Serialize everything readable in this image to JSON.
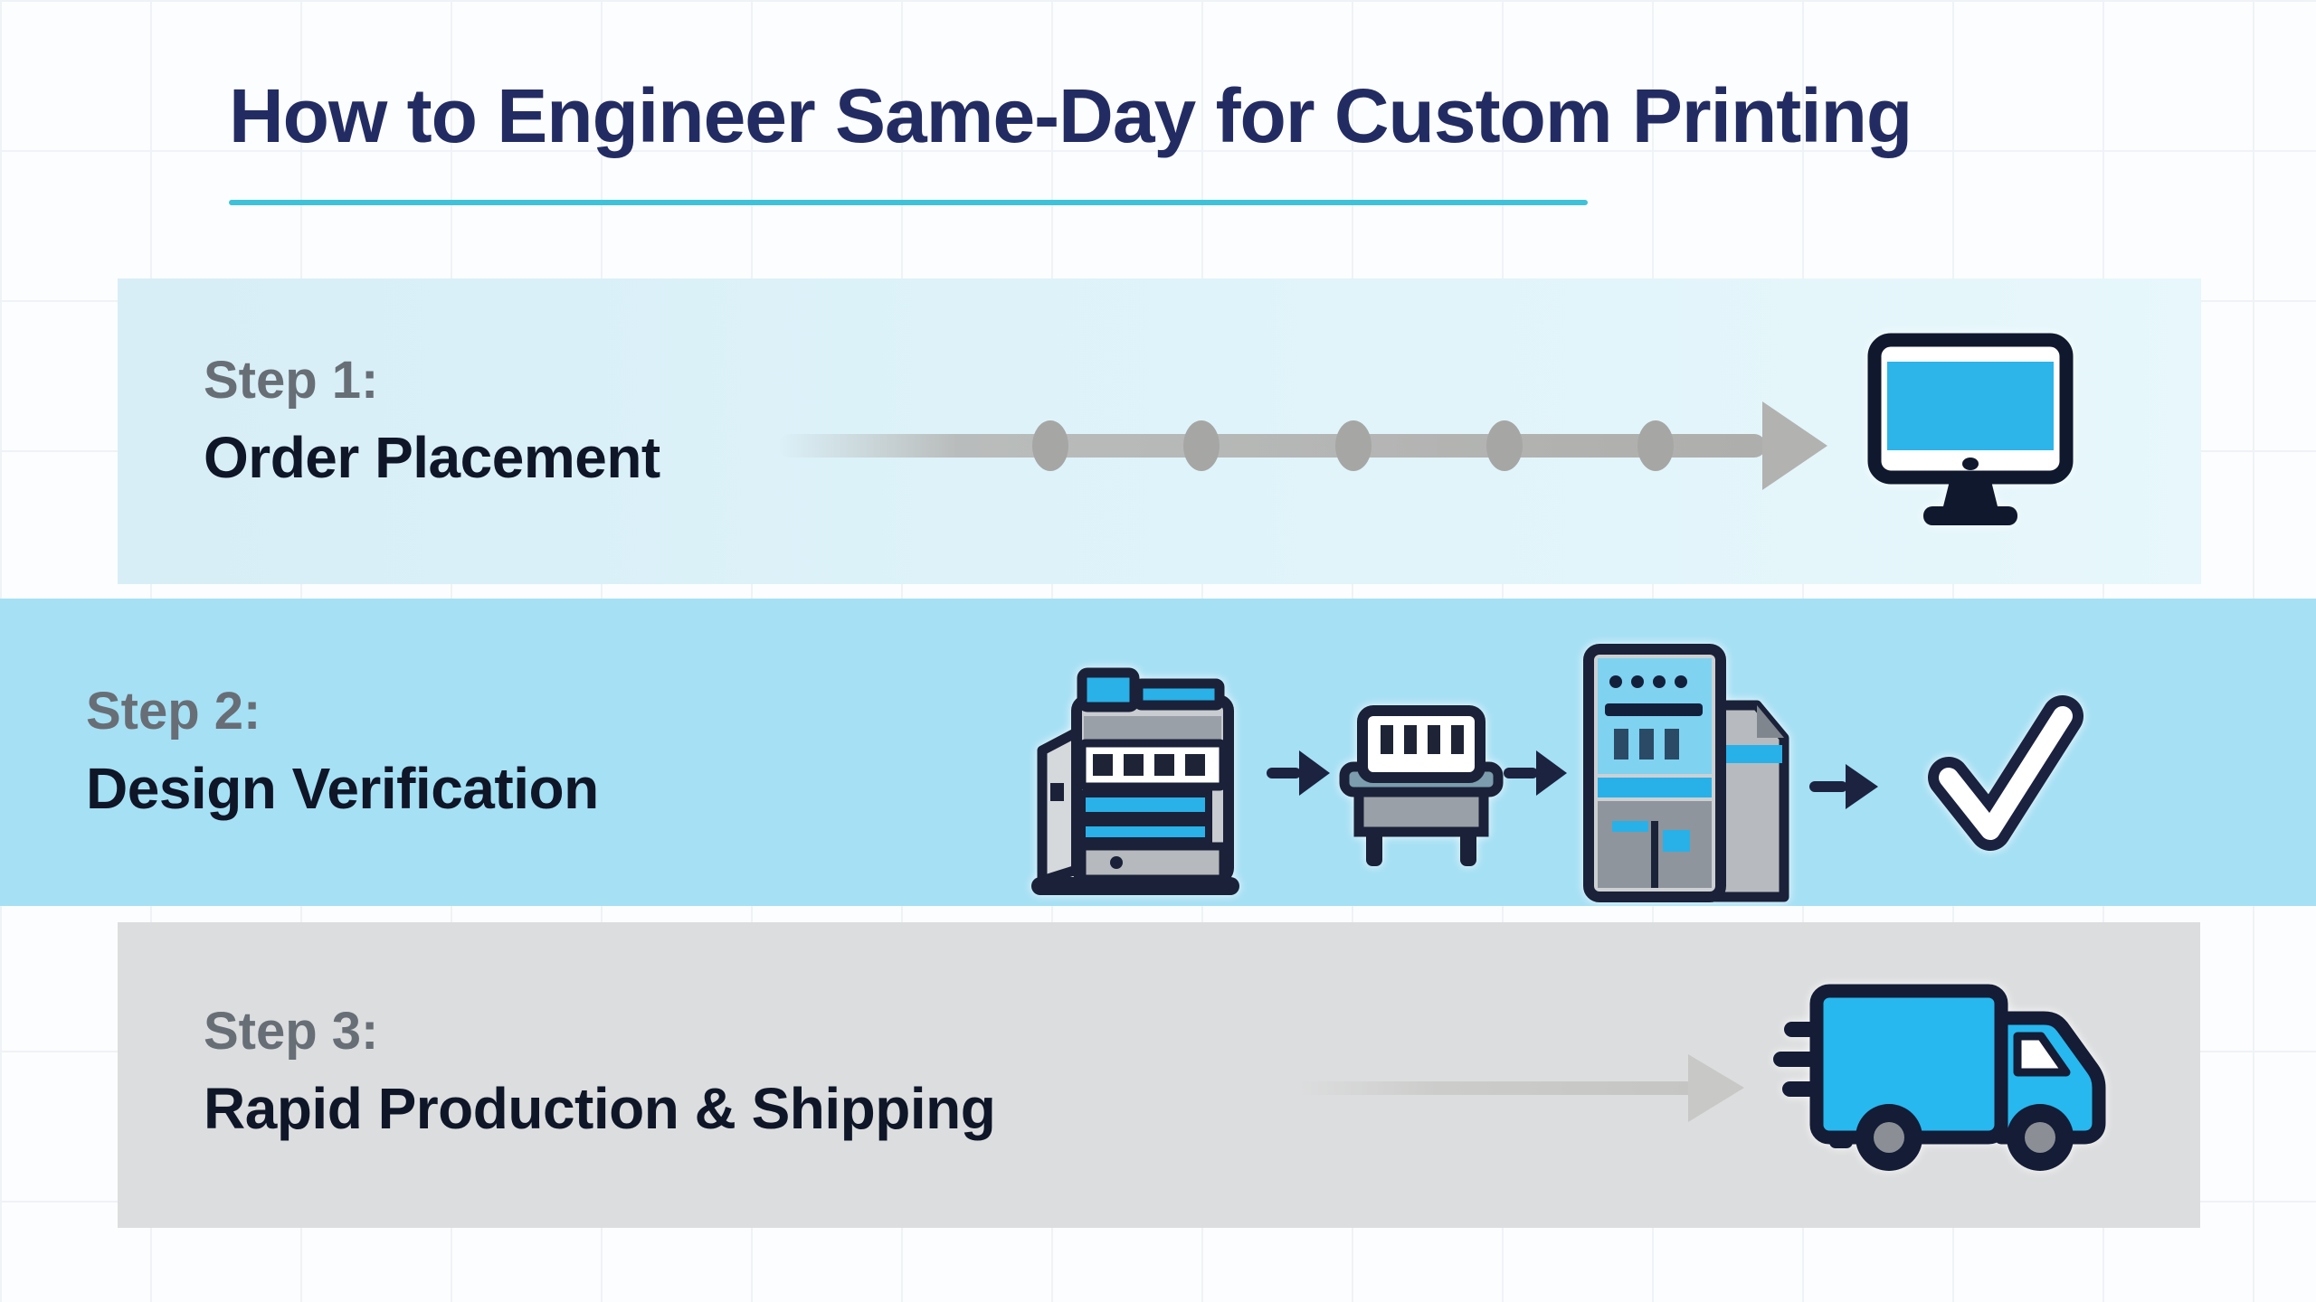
{
  "title": "How to Engineer Same-Day for Custom Printing",
  "steps": [
    {
      "label": "Step 1:",
      "title": "Order Placement"
    },
    {
      "label": "Step 2:",
      "title": "Design Verification"
    },
    {
      "label": "Step 3:",
      "title": "Rapid Production & Shipping"
    }
  ],
  "icons": {
    "step1": [
      "timeline-arrow with 5 milestone dots",
      "desktop-monitor"
    ],
    "step2": [
      "copier-printer",
      "flow-arrow",
      "flatbed-press",
      "flow-arrow",
      "production-printer with document",
      "flow-arrow",
      "checkmark"
    ],
    "step3": [
      "shipping-arrow",
      "delivery-truck with speed lines"
    ]
  },
  "colors": {
    "title": "#232c62",
    "underline": "#3ec2da",
    "step_label": "#686e76",
    "step_title": "#0e1628",
    "band1_bg": "#dcf1f9",
    "band2_bg": "#a6e0f4",
    "band3_bg": "#dcddde",
    "accent_cyan": "#29b7ea",
    "light_cyan_panel": "#7fd2f0",
    "icon_outline": "#161d38",
    "timeline_gray": "#a6a6a4",
    "shipping_arrow_gray": "#c8c8c6"
  }
}
